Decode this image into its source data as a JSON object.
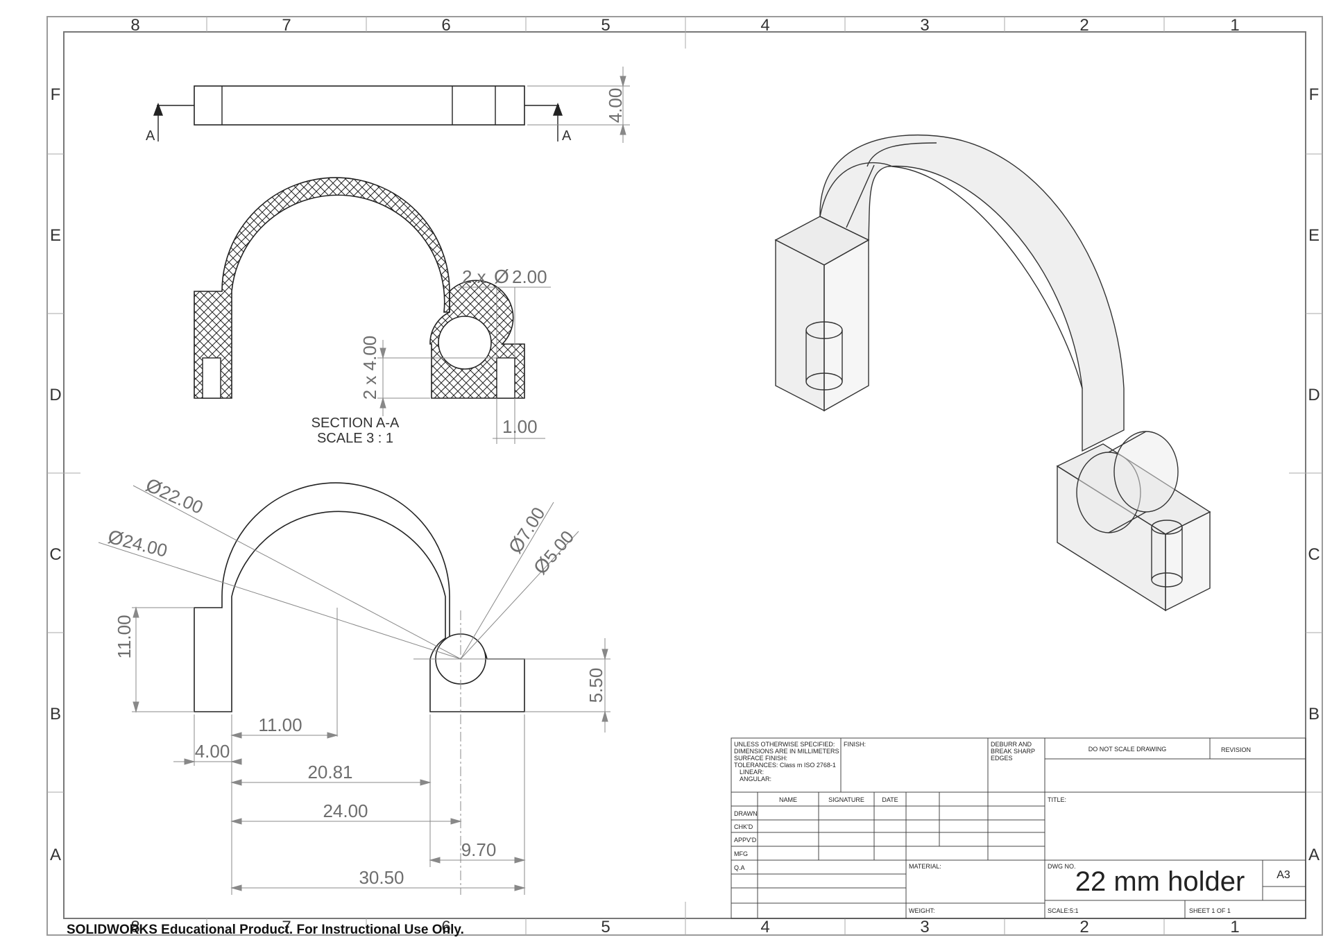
{
  "zones": {
    "columns": [
      "8",
      "7",
      "6",
      "5",
      "4",
      "3",
      "2",
      "1"
    ],
    "rows": [
      "F",
      "E",
      "D",
      "C",
      "B",
      "A"
    ]
  },
  "section_marker": "A",
  "dimensions": {
    "top_view_height": "4.00",
    "hole_callout": "2 x",
    "hole_diameter": "2.00",
    "hole_depth": "2 x 4.00",
    "wall_width": "1.00",
    "dia_inner": "22.00",
    "dia_outer": "24.00",
    "dia_tube_outer": "7.00",
    "dia_tube_inner": "5.00",
    "height_11": "11.00",
    "height_5_5": "5.50",
    "h_11": "11.00",
    "h_4": "4.00",
    "h_20_81": "20.81",
    "h_24": "24.00",
    "h_9_7": "9.70",
    "h_30_5": "30.50",
    "diameter_symbol": "Ø"
  },
  "section_label": {
    "line1": "SECTION A-A",
    "line2": "SCALE 3 : 1"
  },
  "title_block": {
    "notes": [
      "UNLESS OTHERWISE SPECIFIED:",
      "DIMENSIONS ARE IN MILLIMETERS",
      "SURFACE FINISH:",
      "TOLERANCES: Class m ISO 2768-1",
      "LINEAR:",
      "ANGULAR:"
    ],
    "finish": "FINISH:",
    "deburr": [
      "DEBURR AND",
      "BREAK SHARP",
      "EDGES"
    ],
    "do_not_scale": "DO NOT SCALE DRAWING",
    "revision": "REVISION",
    "headers": [
      "NAME",
      "SIGNATURE",
      "DATE"
    ],
    "roles": [
      "DRAWN",
      "CHK'D",
      "APPV'D",
      "MFG",
      "Q.A"
    ],
    "title_label": "TITLE:",
    "material": "MATERIAL:",
    "weight": "WEIGHT:",
    "dwg_no_label": "DWG NO.",
    "dwg_no": "22 mm holder",
    "size": "A3",
    "scale": "SCALE:5:1",
    "sheet": "SHEET 1 OF 1"
  },
  "watermark": "SOLIDWORKS Educational Product. For Instructional Use Only."
}
